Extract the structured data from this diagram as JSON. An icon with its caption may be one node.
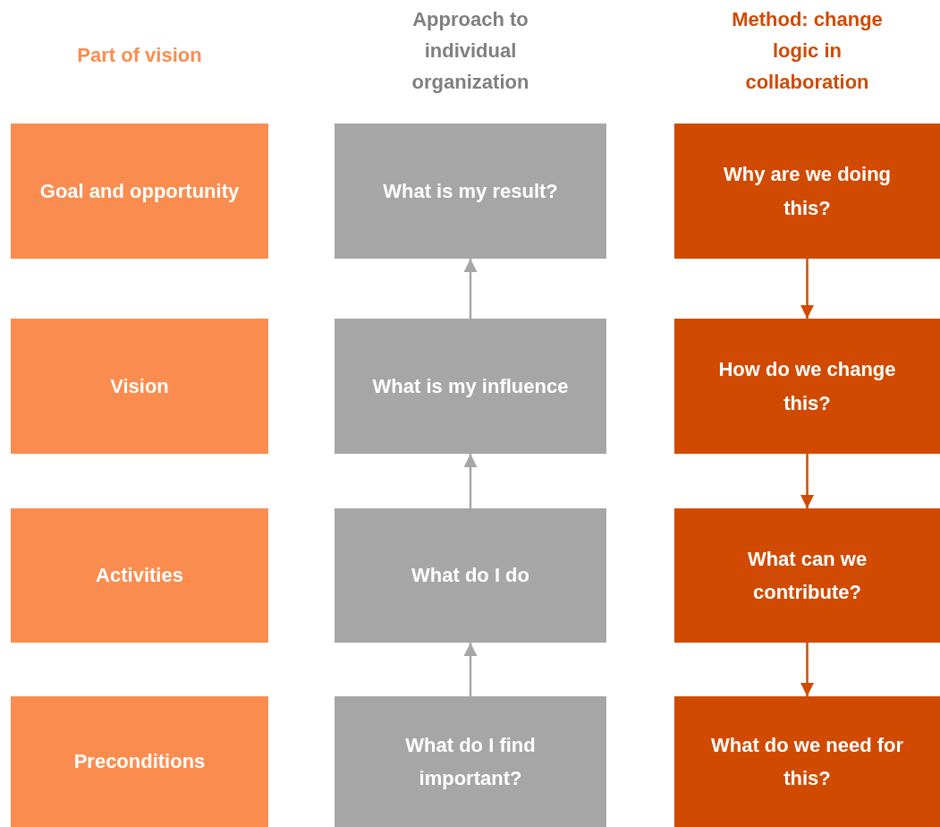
{
  "diagram": {
    "nodes": [
      {
        "text": [
          "Goal and opportunity"
        ]
      },
      {
        "text": [
          "What is my result?"
        ]
      },
      {
        "text": [
          "Why are we doing this?"
        ]
      },
      {
        "text": [
          "Vision"
        ]
      },
      {
        "text": [
          "What is my influence"
        ]
      },
      {
        "text": [
          "How do we change this?"
        ]
      },
      {
        "text": [
          "Activities"
        ]
      },
      {
        "text": [
          "What do I do"
        ]
      },
      {
        "text": [
          "What can we contribute?"
        ]
      },
      {
        "text": [
          "Preconditions"
        ]
      },
      {
        "text": [
          "What do I find important?"
        ]
      },
      {
        "text": [
          "What do we need for this?"
        ]
      }
    ],
    "edges": [
      {
        "from": 10,
        "to": 7,
        "arrow": "to",
        "color": "#a6a6a6"
      },
      {
        "from": 7,
        "to": 4,
        "arrow": "to",
        "color": "#a6a6a6"
      },
      {
        "from": 4,
        "to": 1,
        "arrow": "to",
        "color": "#a6a6a6"
      },
      {
        "from": 2,
        "to": 5,
        "arrow": "to",
        "color": "#d04a02"
      },
      {
        "from": 5,
        "to": 8,
        "arrow": "to",
        "color": "#d04a02"
      },
      {
        "from": 8,
        "to": 11,
        "arrow": "to",
        "color": "#d04a02"
      }
    ],
    "labels": [
      "Part of vision",
      "Approach to individual organization",
      "Method: change logic in collaboration"
    ]
  }
}
